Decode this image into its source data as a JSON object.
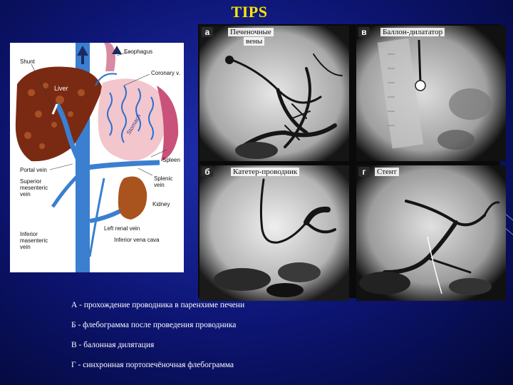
{
  "title": "TIPS",
  "anatomy": {
    "labels": {
      "esophagus": "Esophagus",
      "shunt": "Shunt",
      "coronary": "Coronary v.",
      "liver": "Liver",
      "stomach": "Stomach",
      "spleen": "Spleen",
      "portal": "Portal vein",
      "splenic": "Splenic vein",
      "sup_mes_1": "Superior",
      "sup_mes_2": "mesenteric",
      "sup_mes_3": "vein",
      "kidney": "Kidney",
      "left_renal": "Left renal vein",
      "inf_mes_1": "Inferior",
      "inf_mes_2": "masenteric",
      "inf_mes_3": "vein",
      "ivc": "Inferior vena cava"
    }
  },
  "panels": [
    {
      "letter": "а",
      "caption_1": "Печеночные",
      "caption_2": "вены"
    },
    {
      "letter": "в",
      "caption_1": "Баллон-дилататор",
      "caption_2": ""
    },
    {
      "letter": "б",
      "caption_1": "Катетер-проводник",
      "caption_2": ""
    },
    {
      "letter": "г",
      "caption_1": "Стент",
      "caption_2": ""
    }
  ],
  "captions": [
    "А - прохождение проводника в паренхиме печени",
    "Б  - флебограмма после проведения проводника",
    "В - балонная дилятация",
    "Г - синхронная портопечёночная флебограмма"
  ],
  "colors": {
    "background": "#0c1470",
    "title": "#ffe600",
    "caption_text": "#ffffff",
    "vein_blue": "#3a7fd0",
    "liver_brown": "#7a2a12",
    "spleen_pink": "#c8527a",
    "stomach_pink": "#f2c6cc"
  }
}
